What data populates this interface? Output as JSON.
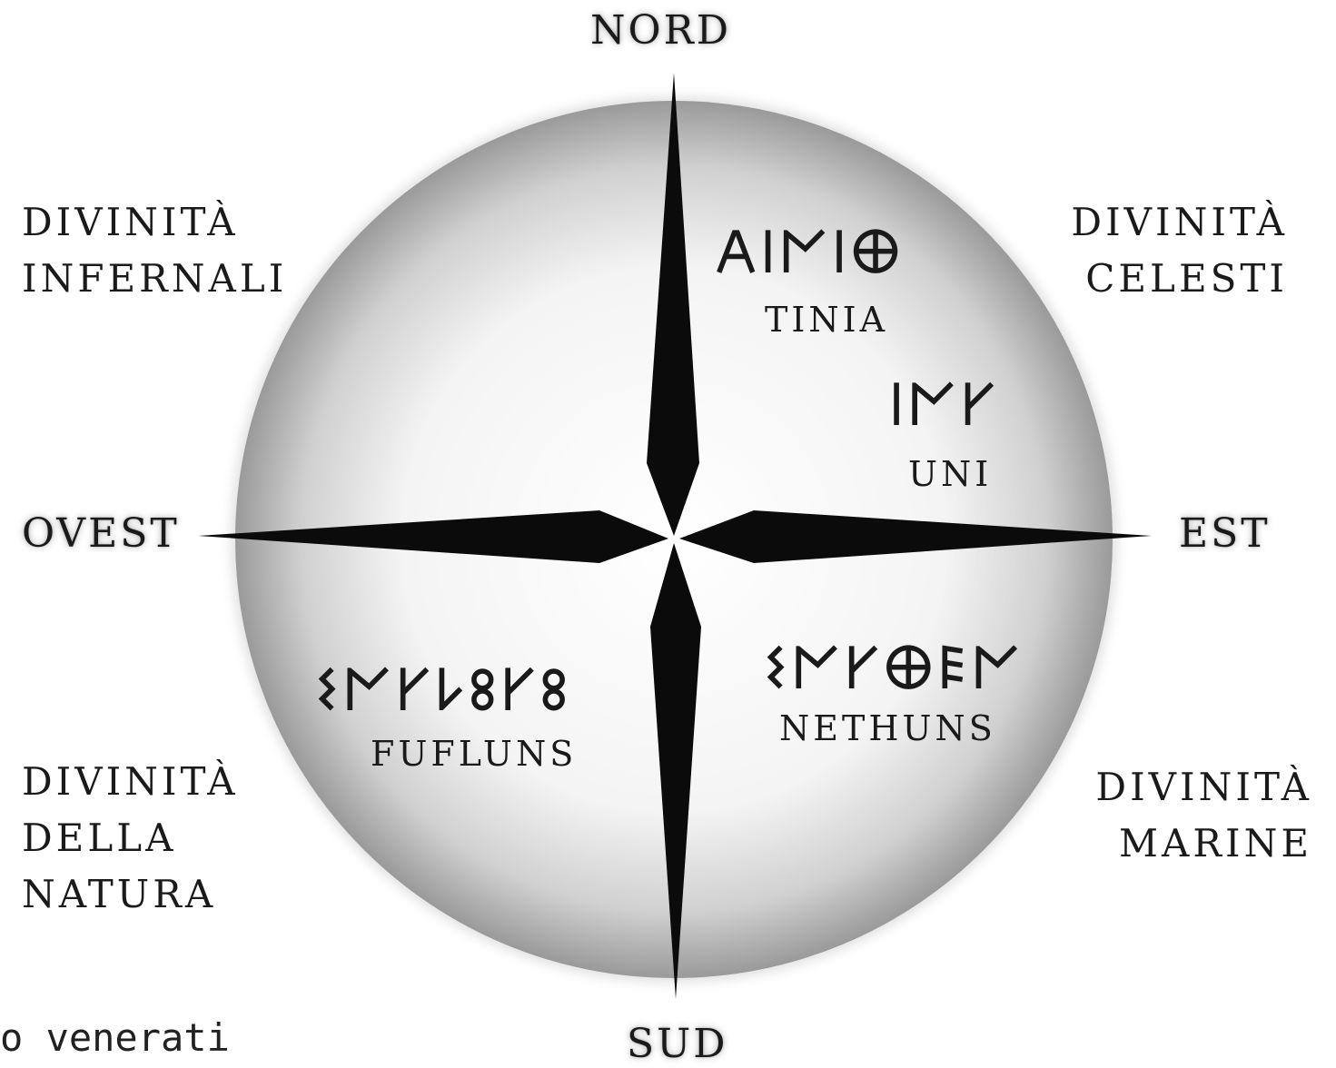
{
  "directions": {
    "north": "Nord",
    "south": "Sud",
    "east": "Est",
    "west": "Ovest"
  },
  "groups": {
    "northwest": [
      "Divinità",
      "Infernali"
    ],
    "northeast": [
      "Divinità",
      "Celesti"
    ],
    "southwest": [
      "Divinità",
      "della",
      "Natura"
    ],
    "southeast": [
      "Divinità",
      "Marine"
    ]
  },
  "deities": {
    "tinia": {
      "etruscan": "𐌀𐌉𐌍𐌉𐌈",
      "name": "Tinia"
    },
    "uni": {
      "etruscan": "𐌉𐌍𐌖",
      "name": "Uni"
    },
    "fufluns": {
      "etruscan": "𐌔𐌍𐌖𐌋𐌚𐌖𐌚",
      "name": "Fufluns"
    },
    "nethuns": {
      "etruscan": "𐌔𐌍𐌖𐌈𐌄𐌍",
      "name": "Nethuns"
    }
  },
  "caption": "o venerati",
  "colors": {
    "needle": "#0b0b0b",
    "sphere_light": "#ffffff",
    "sphere_dark": "#9a9a9a",
    "text": "#1a1a1a"
  }
}
